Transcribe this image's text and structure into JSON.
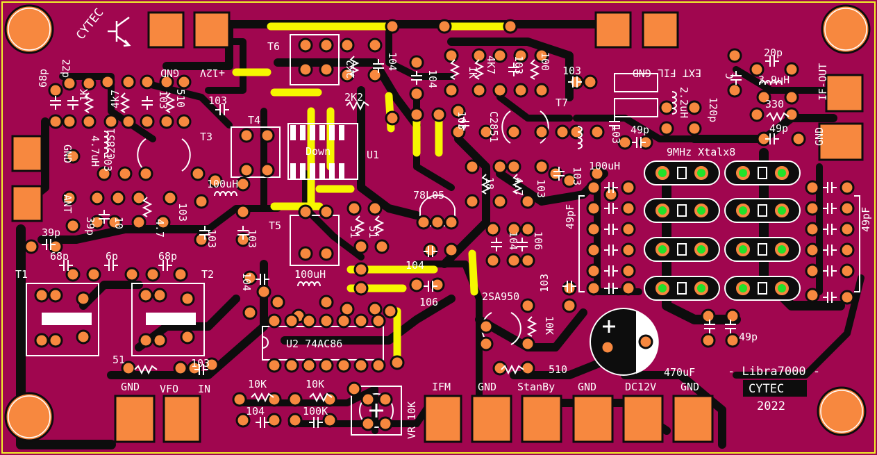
{
  "board": {
    "colors": {
      "substrate": "#a0064f",
      "trace": "#0d0d0d",
      "pad": "#f7883f",
      "silk": "#ffffff",
      "jumper": "#f6f600",
      "crystal_pin": "#22e22a",
      "edge": "#f2f22a"
    },
    "logo_text": "CYTEC",
    "title_lines": [
      "- Libra7000 -",
      "CYTEC",
      "2022"
    ]
  },
  "labels": {
    "gnd_top": "GND",
    "v12_top": "+12V",
    "t6": "T6",
    "t4": "T4",
    "t3": "T3",
    "t5": "T5",
    "t7": "T7",
    "t1": "T1",
    "t2": "T2",
    "u1": "U1",
    "down": "Down",
    "u2": "U2 74AC86",
    "r2k2a": "2K2",
    "r2k2b": "2K2",
    "c104a": "104",
    "c104b": "104",
    "r1k_a": "1K",
    "r4k7_a": "4K7",
    "c103_a": "103",
    "r100_a": "100",
    "c103_b": "103",
    "ext_fil": "EXT FIL GND",
    "c20p": "20p",
    "l39uh": "3.9uH",
    "r330": "330",
    "c49p_a": "49p",
    "if_out": "IF-OUT",
    "gnd_right": "GND",
    "c_label": "C",
    "c120p": "120p",
    "l22uh": "2.2uH",
    "c49p_b": "49p",
    "xtal": "9MHz Xtalx8",
    "c49pf_l": "49pF",
    "c49pf_r": "49pF",
    "c49p_c": "49p",
    "c470uf": "470uF",
    "c22p": "22p",
    "c68p_a": "68p",
    "r1k_b": "1K",
    "r4k7_b": "4k7",
    "c103_c": "103",
    "r510_a": "510",
    "c103_d": "103",
    "gnd_left": "GND",
    "l47uh": "4.7uH",
    "c103_e": "103",
    "c2851_a": "C2851",
    "ant": "ANT",
    "c39p_a": "39p",
    "r10": "10",
    "r4_7": "4.7",
    "c103_f": "103",
    "c39p_b": "39p",
    "c68p_b": "68p",
    "c6p": "6p",
    "c68p_c": "68p",
    "l100uh_a": "100uH",
    "c103_g": "103",
    "c103_h": "103",
    "c104_c": "104",
    "l100uh_b": "100uH",
    "r51_a": "51",
    "r51_b": "51",
    "r51_c": "51",
    "reg": "78L05",
    "c104_d": "104",
    "c106_a": "106",
    "c2851_b": "C2851",
    "r18": "18",
    "r4_7b": "4.7",
    "c103_i": "103",
    "c103_j": "103",
    "l100uh_c": "100uH",
    "c103_k": "103",
    "c104_e": "104",
    "c106_b": "106",
    "c103_l": "103",
    "c103_m": "103",
    "tr_2sa950": "2SA950",
    "r10k_a": "10K",
    "r510_b": "510",
    "c103_n": "103",
    "in": "IN",
    "vfo": "VFO",
    "gnd_b1": "GND",
    "r10k_b": "10K",
    "r10k_c": "10K",
    "c104_f": "104",
    "r100k": "100K",
    "vr10k": "VR 10K",
    "ifm": "IFM",
    "gnd_b2": "GND",
    "standby": "StanBy",
    "gnd_b3": "GND",
    "dc12v": "DC12V",
    "gnd_b4": "GND",
    "c103_o": "103",
    "c103_p": "103"
  }
}
